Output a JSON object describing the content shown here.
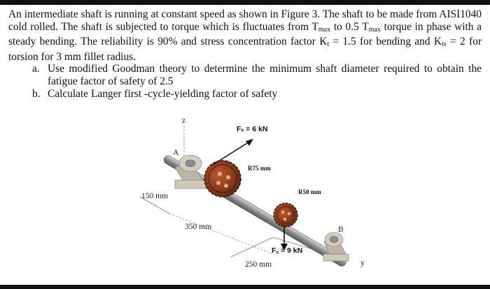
{
  "problem": {
    "para_1": "An intermediate shaft is running at constant speed as shown in Figure 3. The shaft to be made from AISI1040 cold rolled. The shaft is subjected to torque which is fluctuates from T",
    "sub_max_1": "max",
    "para_2": " to 0.5 T",
    "sub_max_2": "max",
    "para_3": " torque in phase with a steady bending. The reliability is 90% and stress concentration factor K",
    "sub_t": "t",
    "para_4": " = 1.5 for bending and K",
    "sub_ts": "ts",
    "para_5": " = 2 for torsion for 3 mm fillet radius.",
    "parts": [
      {
        "marker": "a.",
        "text": "Use modified Goodman theory to determine the minimum shaft diameter required to obtain the fatigue factor of safety of 2.5"
      },
      {
        "marker": "b.",
        "text": "Calculate Langer first -cycle-yielding factor of safety"
      }
    ]
  },
  "figure": {
    "axis_z": "z",
    "axis_y": "y",
    "bearing_a": "A",
    "bearing_b": "B",
    "force_x": "Fₓ = 6 kN",
    "force_z": "F꜀ = 9 kN",
    "radius_75": "R75 mm",
    "radius_50": "R50 mm",
    "dim_150": "150 mm",
    "dim_350": "350 mm",
    "dim_250": "250 mm",
    "colors": {
      "gear": "#8a3a1c",
      "shaft": "#9a9a9a",
      "bearing": "#c9c2b6"
    }
  }
}
